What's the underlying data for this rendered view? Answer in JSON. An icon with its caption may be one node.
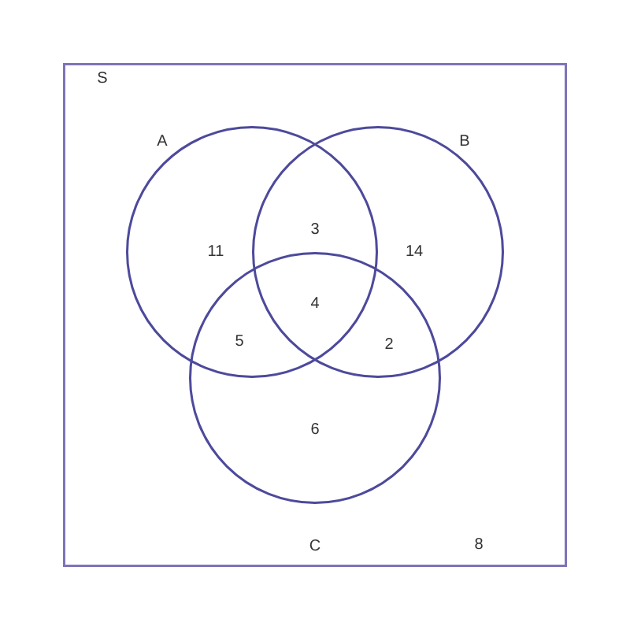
{
  "diagram": {
    "nodes": [
      {
        "text": [
          "S"
        ]
      },
      {
        "text": [
          "A"
        ],
        "in": 0
      },
      {
        "text": [
          "B"
        ],
        "in": 0
      },
      {
        "text": [
          "C"
        ],
        "in": 0
      }
    ],
    "labels": [
      "11",
      "3",
      "14",
      "4",
      "5",
      "2",
      "6",
      "8"
    ]
  }
}
